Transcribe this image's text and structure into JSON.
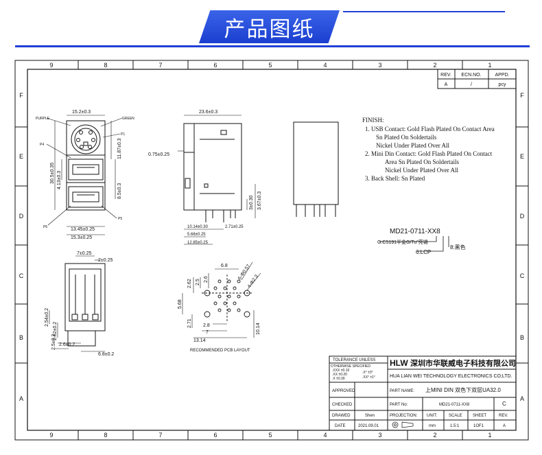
{
  "banner": {
    "title": "产品图纸"
  },
  "border": {
    "cols_top": [
      "9",
      "8",
      "7",
      "6",
      "5",
      "4",
      "3",
      "2",
      "1"
    ],
    "cols_bottom": [
      "9",
      "8",
      "7",
      "6",
      "5",
      "4",
      "3",
      "2",
      "1"
    ],
    "rows_left": [
      "F",
      "E",
      "D",
      "C",
      "B",
      "A"
    ],
    "rows_right": [
      "F",
      "E",
      "D",
      "C",
      "B",
      "A"
    ]
  },
  "revision": {
    "h_rev": "REV.",
    "h_ecn": "ECN.NO.",
    "h_appd": "APPD.",
    "rev": "A",
    "ecn": "/",
    "appd": "pcy"
  },
  "finish": {
    "heading": "FINISH:",
    "lines": [
      "1. USB Contact: Gold Flash Plated On Contact Area",
      "Sn Plated On Soldertails",
      "Nickel Under Plated Over All",
      "2. Mini Din Contact: Gold Flash Plated On Contact",
      "Area Sn Plated On Soldertails",
      "Nickel Under Plated Over All",
      "3. Back Shell: Sn Plated"
    ]
  },
  "part_code": {
    "code": "MD21-0711-XX8",
    "note1": "G:C5191半金G/Tu\"亮锡",
    "note2": "6:LCP",
    "note3": "8:黑色"
  },
  "front_view": {
    "dim_top": "15.2±0.3",
    "purple": "PURPLE",
    "green": "GREEN",
    "p1": "P1",
    "p4": "P4",
    "p6": "P6",
    "p5": "P5",
    "dim_left1": "30.5±0.35",
    "dim_left2": "4.13±0.3",
    "dim_right1": "11.87±0.3",
    "dim_right2": "8.5±0.3",
    "dim_b1": "13.45±0.25",
    "dim_b2": "15.3±0.25"
  },
  "side_view": {
    "dim_top": "23.6±0.3",
    "dim_left": "0.75±0.25",
    "dim_r1": "3±0.30",
    "dim_r2": "3.67±0.3",
    "dim_b1": "10.14±0.30",
    "dim_b1b": "2.71±0.25",
    "dim_b2": "5.68±0.25",
    "dim_b3": "12.85±0.25"
  },
  "bottom_view": {
    "dim_t1": "7±0.25",
    "dim_t2": "2±0.25",
    "dim_l1": "2.54±0.2",
    "dim_l2": "2.62±0.2",
    "dim_b1": "2.6±0.2",
    "dim_b2": "2.5±0.2",
    "dim_b3": "6.8±0.2"
  },
  "pcb": {
    "dims": [
      "6.8",
      "6-Φ0.57",
      "4-Φ2.3",
      "2.62",
      "2.5",
      "2.6",
      "5.68",
      "2.71",
      "2.8",
      "7",
      "13.14",
      "10.14"
    ],
    "label": "RECOMMENDED PCB LAYOUT"
  },
  "title_block": {
    "tolerance_title": "TOLERANCE UNLESS",
    "tolerance_sub": "OTHERWISE SPECIFIED",
    "tol1": ".XXX ±0.10",
    "tol2": ".XX ±0.20",
    "tol3": ".X ±0.30",
    "tol4": ".X° ±3°",
    "tol5": ".XX° ±1°",
    "logo": "HLW",
    "company_cn": "深圳市华联威电子科技有限公司",
    "company_en": "HUA LIAN WEI TECHNOLOGY ELECTRONICS CO;LTD.",
    "approved": "APPROVED",
    "part_name_label": "PART NAME:",
    "part_name": "上MINI DIN 双色下双层UA32.0",
    "checked": "CHECKED",
    "part_no_label": "PART No:",
    "part_no": "MD21-0711-XX8",
    "size": "C",
    "drawed": "DRAWED",
    "drawer": "Shen",
    "projection": "PROJECTION:",
    "unit_label": "UNIT:",
    "scale_label": "SCALE",
    "sheet_label": "SHEET",
    "rev_label": "REV.",
    "date_label": "DATE",
    "date": "2021.09.01",
    "unit": "mm",
    "scale": "1.5:1",
    "sheet": "1OF1",
    "rev": "A"
  }
}
